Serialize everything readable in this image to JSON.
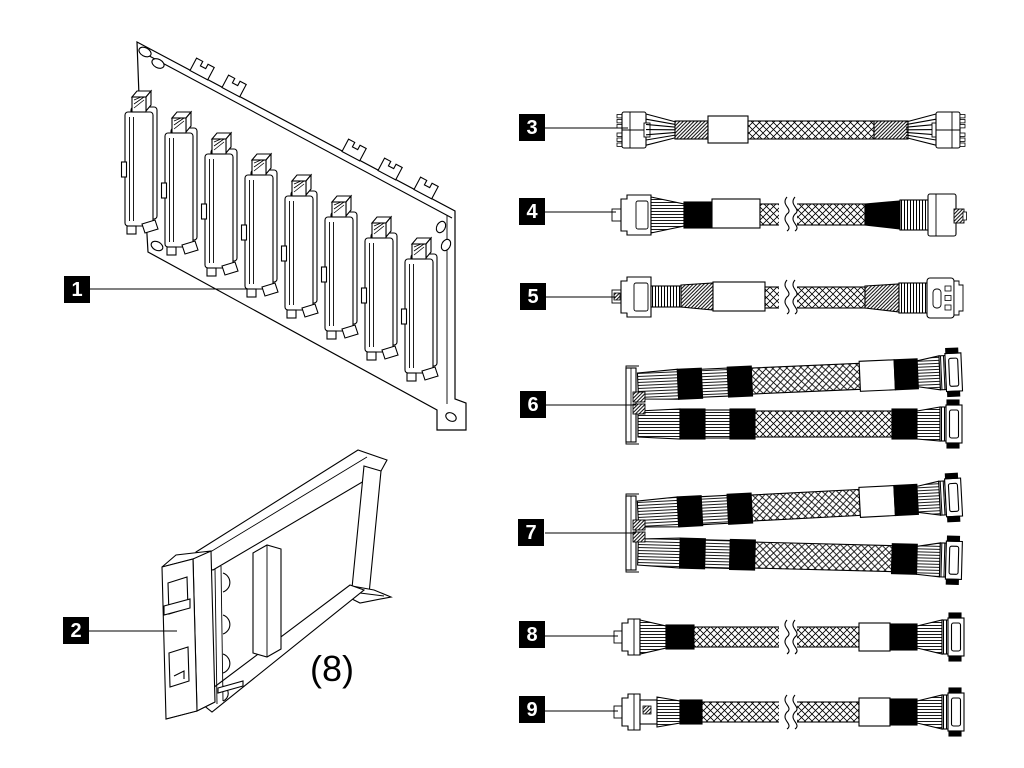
{
  "figure": {
    "type": "hardware-parts-line-diagram",
    "colors": {
      "background": "#ffffff",
      "line": "#000000",
      "callout_bg": "#000000",
      "callout_fg": "#ffffff"
    }
  },
  "callouts": [
    {
      "id": "1"
    },
    {
      "id": "2"
    },
    {
      "id": "3"
    },
    {
      "id": "4"
    },
    {
      "id": "5"
    },
    {
      "id": "6"
    },
    {
      "id": "7"
    },
    {
      "id": "8"
    },
    {
      "id": "9"
    }
  ],
  "tray_quantity": "(8)",
  "parts": [
    {
      "callout": "1",
      "icon": "drive-backplane-icon"
    },
    {
      "callout": "2",
      "icon": "drive-filler-tray-icon"
    },
    {
      "callout": "3",
      "icon": "power-cable-icon"
    },
    {
      "callout": "4",
      "icon": "signal-cable-icon"
    },
    {
      "callout": "5",
      "icon": "signal-cable-icon"
    },
    {
      "callout": "6",
      "icon": "dual-split-cable-icon"
    },
    {
      "callout": "7",
      "icon": "dual-split-cable-icon"
    },
    {
      "callout": "8",
      "icon": "signal-cable-icon"
    },
    {
      "callout": "9",
      "icon": "signal-cable-icon"
    }
  ]
}
